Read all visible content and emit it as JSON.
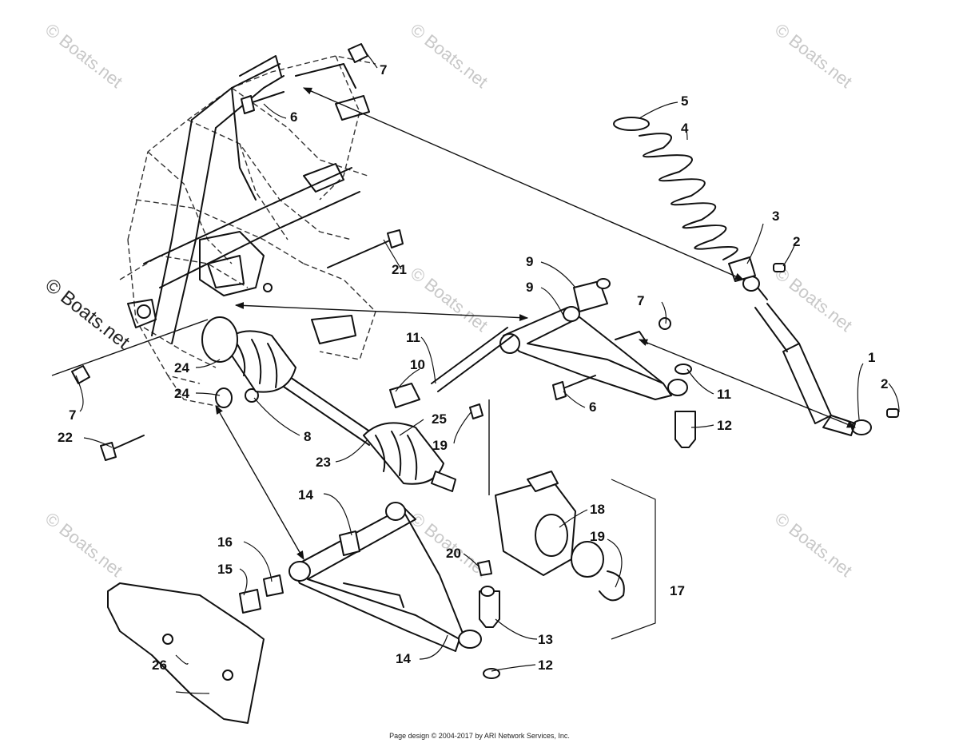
{
  "watermark": {
    "text": "© Boats.net",
    "color": "#c8c8c8"
  },
  "callouts": [
    "1",
    "2",
    "2",
    "3",
    "4",
    "5",
    "6",
    "6",
    "7",
    "7",
    "7",
    "8",
    "9",
    "9",
    "10",
    "11",
    "11",
    "12",
    "12",
    "13",
    "14",
    "14",
    "15",
    "16",
    "17",
    "18",
    "19",
    "19",
    "20",
    "21",
    "22",
    "23",
    "24",
    "24",
    "25",
    "26"
  ],
  "footer": {
    "text": "Page design © 2004-2017 by ARI Network Services, Inc."
  }
}
